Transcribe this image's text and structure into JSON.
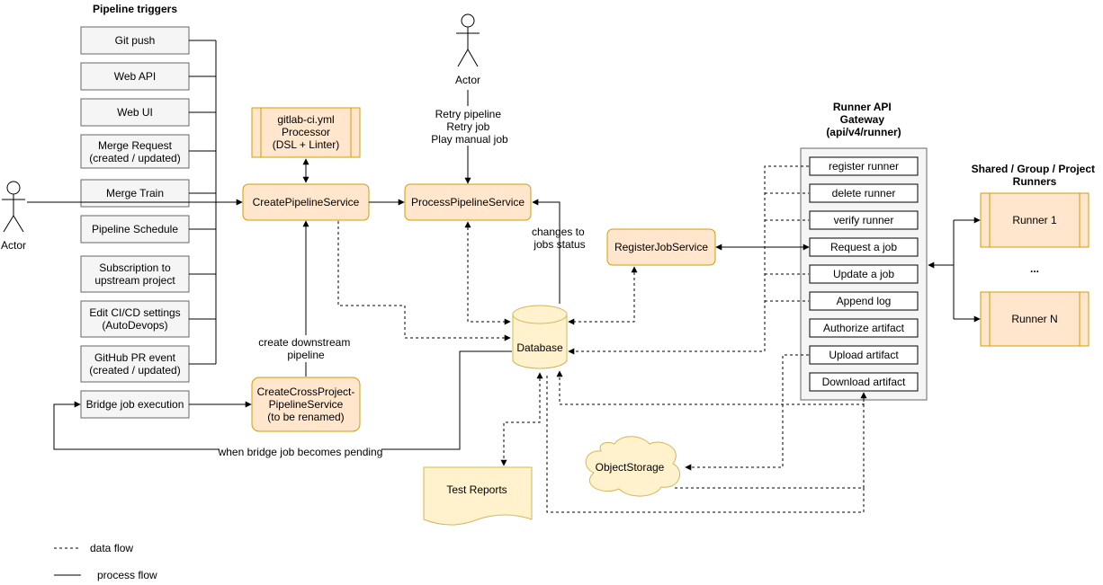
{
  "headings": {
    "pipeline_triggers": "Pipeline triggers",
    "runner_api_gateway": [
      "Runner API",
      "Gateway",
      "(api/v4/runner)"
    ],
    "shared_runners": [
      "Shared / Group / Project",
      "Runners"
    ]
  },
  "actors": {
    "left": "Actor",
    "top": "Actor"
  },
  "triggers": [
    [
      "Git push"
    ],
    [
      "Web API"
    ],
    [
      "Web UI"
    ],
    [
      "Merge Request",
      "(created / updated)"
    ],
    [
      "Merge Train"
    ],
    [
      "Pipeline Schedule"
    ],
    [
      "Subscription to",
      "upstream project"
    ],
    [
      "Edit CI/CD settings",
      "(AutoDevops)"
    ],
    [
      "GitHub PR event",
      "(created / updated)"
    ]
  ],
  "bridge_job": "Bridge job execution",
  "services": {
    "gitlab_ci_processor": [
      "gitlab-ci.yml",
      "Processor",
      "(DSL + Linter)"
    ],
    "create_pipeline": "CreatePipelineService",
    "process_pipeline": "ProcessPipelineService",
    "register_job": "RegisterJobService",
    "cross_project": [
      "CreateCrossProject-",
      "PipelineService",
      "(to be renamed)"
    ],
    "runner_1": "Runner 1",
    "runner_ellipsis": "...",
    "runner_n": "Runner N"
  },
  "stores": {
    "database": "Database",
    "object_storage": "ObjectStorage",
    "test_reports": "Test Reports"
  },
  "api_endpoints": [
    "register runner",
    "delete runner",
    "verify runner",
    "Request a job",
    "Update a job",
    "Append log",
    "Authorize artifact",
    "Upload artifact",
    "Download artifact"
  ],
  "edge_labels": {
    "actor_actions": [
      "Retry pipeline",
      "Retry job",
      "Play manual job"
    ],
    "job_status": [
      "changes to",
      "jobs status"
    ],
    "downstream": [
      "create downstream",
      "pipeline"
    ],
    "bridge_pending": "when bridge job becomes pending"
  },
  "legend": {
    "data_flow": "data flow",
    "process_flow": "process flow"
  }
}
